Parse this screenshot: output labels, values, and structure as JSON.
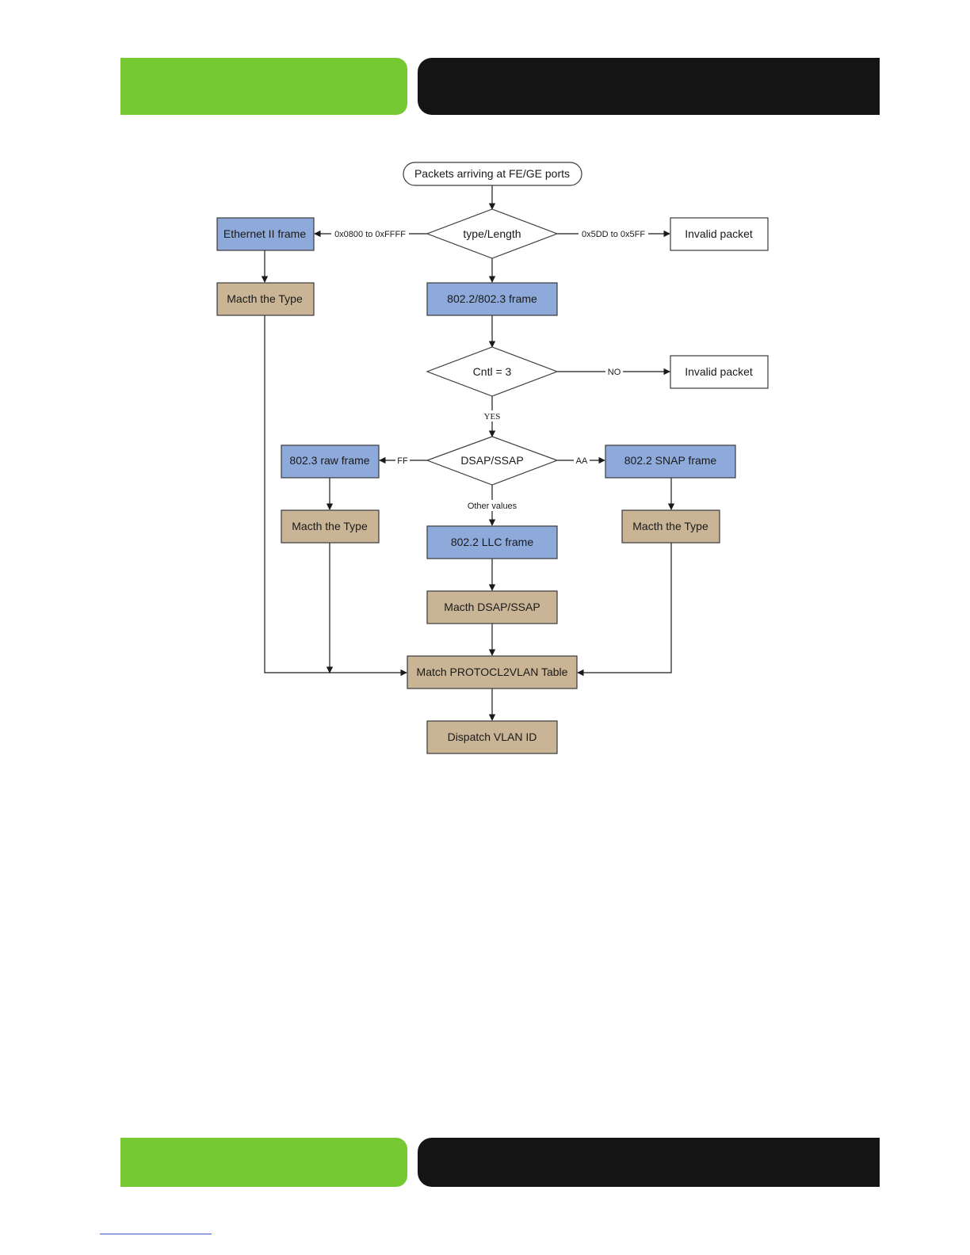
{
  "colors": {
    "header_green": "#77c933",
    "header_black": "#141414",
    "frame_blue": "#8eaadb",
    "action_tan": "#c9b595",
    "outline": "#3a3a3a"
  },
  "diagram": {
    "nodes": {
      "start": "Packets arriving at FE/GE ports",
      "type_length": "type/Length",
      "ethernet_ii": "Ethernet II frame",
      "invalid_1": "Invalid packet",
      "match_type_left": "Macth the Type",
      "frame_802_2_3": "802.2/802.3 frame",
      "cntl": "Cntl = 3",
      "invalid_2": "Invalid packet",
      "dsap_ssap": "DSAP/SSAP",
      "raw_802_3": "802.3 raw frame",
      "snap_802_2": "802.2 SNAP frame",
      "match_type_mid": "Macth the Type",
      "match_type_right": "Macth the Type",
      "llc_802_2": "802.2 LLC frame",
      "match_dsap": "Macth DSAP/SSAP",
      "match_table": "Match PROTOCL2VLAN Table",
      "dispatch": "Dispatch VLAN ID"
    },
    "edges": {
      "to_ethernet": "0x0800 to 0xFFFF",
      "to_invalid_1": "0x5DD to 0x5FF",
      "no": "NO",
      "yes": "YES",
      "ff": "FF",
      "aa": "AA",
      "other": "Other values"
    }
  }
}
